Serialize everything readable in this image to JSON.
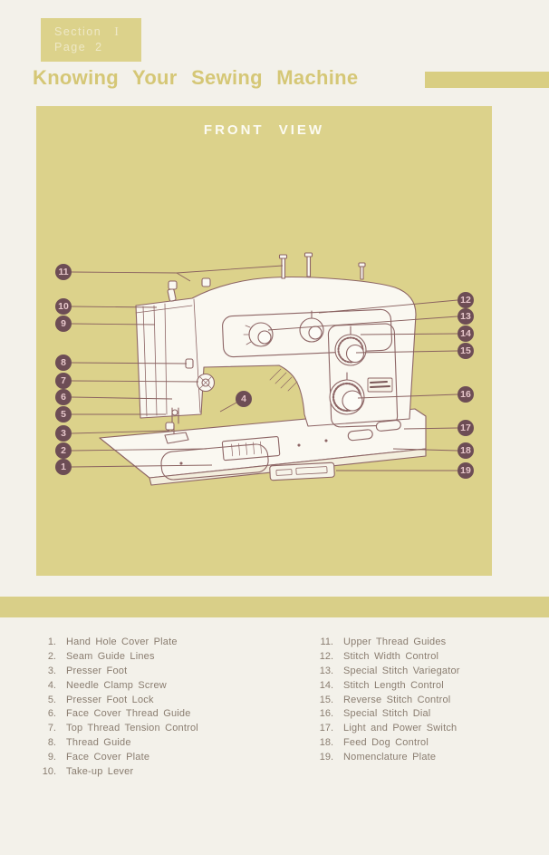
{
  "header": {
    "section_label": "Section",
    "section_value": "I",
    "page_label": "Page",
    "page_value": "2",
    "title": "Knowing Your Sewing Machine"
  },
  "diagram": {
    "heading": "FRONT VIEW",
    "callouts": [
      "1",
      "2",
      "3",
      "4",
      "5",
      "6",
      "7",
      "8",
      "9",
      "10",
      "11",
      "12",
      "13",
      "14",
      "15",
      "16",
      "17",
      "18",
      "19"
    ]
  },
  "parts_list": {
    "left": [
      {
        "num": "1.",
        "name": "Hand Hole Cover Plate"
      },
      {
        "num": "2.",
        "name": "Seam Guide Lines"
      },
      {
        "num": "3.",
        "name": "Presser Foot"
      },
      {
        "num": "4.",
        "name": "Needle Clamp Screw"
      },
      {
        "num": "5.",
        "name": "Presser Foot Lock"
      },
      {
        "num": "6.",
        "name": "Face Cover Thread Guide"
      },
      {
        "num": "7.",
        "name": "Top Thread Tension Control"
      },
      {
        "num": "8.",
        "name": "Thread Guide"
      },
      {
        "num": "9.",
        "name": "Face Cover Plate"
      },
      {
        "num": "10.",
        "name": "Take-up Lever"
      }
    ],
    "right": [
      {
        "num": "11.",
        "name": "Upper Thread Guides"
      },
      {
        "num": "12.",
        "name": "Stitch Width Control"
      },
      {
        "num": "13.",
        "name": "Special Stitch Variegator"
      },
      {
        "num": "14.",
        "name": "Stitch Length Control"
      },
      {
        "num": "15.",
        "name": "Reverse Stitch Control"
      },
      {
        "num": "16.",
        "name": "Special Stitch Dial"
      },
      {
        "num": "17.",
        "name": "Light and Power Switch"
      },
      {
        "num": "18.",
        "name": "Feed Dog Control"
      },
      {
        "num": "19.",
        "name": "Nomenclature Plate"
      }
    ]
  },
  "colors": {
    "page_bg": "#f3f1ea",
    "accent_yellow": "#dcd28b",
    "divider_yellow": "#d9cf88",
    "title_text": "#d5c776",
    "line_art": "#8d6565",
    "callout_bg": "#6d4d55",
    "callout_text": "#e6c6ca",
    "list_text": "#8a7d70",
    "front_view_text": "#fcfbf3"
  }
}
